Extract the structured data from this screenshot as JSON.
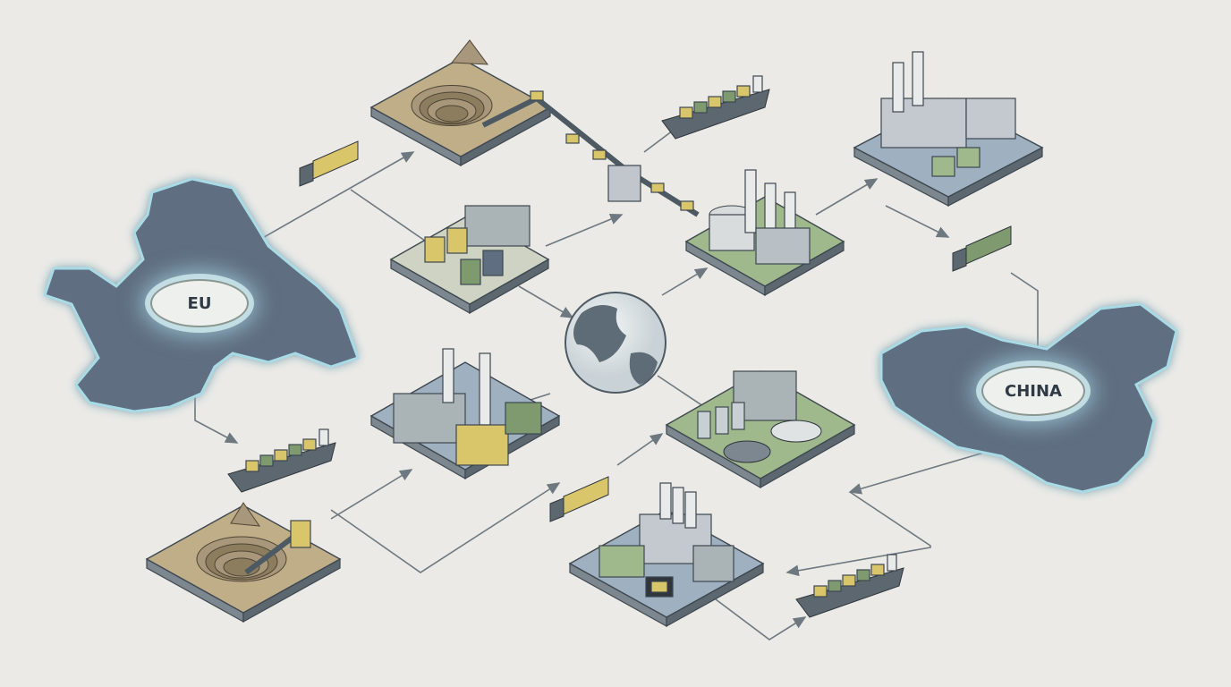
{
  "labels": {
    "eu": "EU",
    "china": "CHINA"
  },
  "colors": {
    "background": "#eceae6",
    "map_fill": "#5f6e80",
    "map_glow": "#a9dbe6",
    "mine_tile": "#bfae88",
    "recycling_tile": "#cfd3c4",
    "industrial_tile": "#9fb0c0",
    "green_tile": "#9fb88c",
    "line": "#6d7880",
    "container_yellow": "#d9c56a",
    "container_green": "#7e9a6e"
  },
  "icons": [
    "eu-map",
    "china-map",
    "globe-icon",
    "open-pit-mine",
    "recycling-bins",
    "refinery",
    "processing-plant",
    "battery-recycling-plant",
    "ev-factory",
    "chip-factory",
    "cargo-ship",
    "truck"
  ]
}
